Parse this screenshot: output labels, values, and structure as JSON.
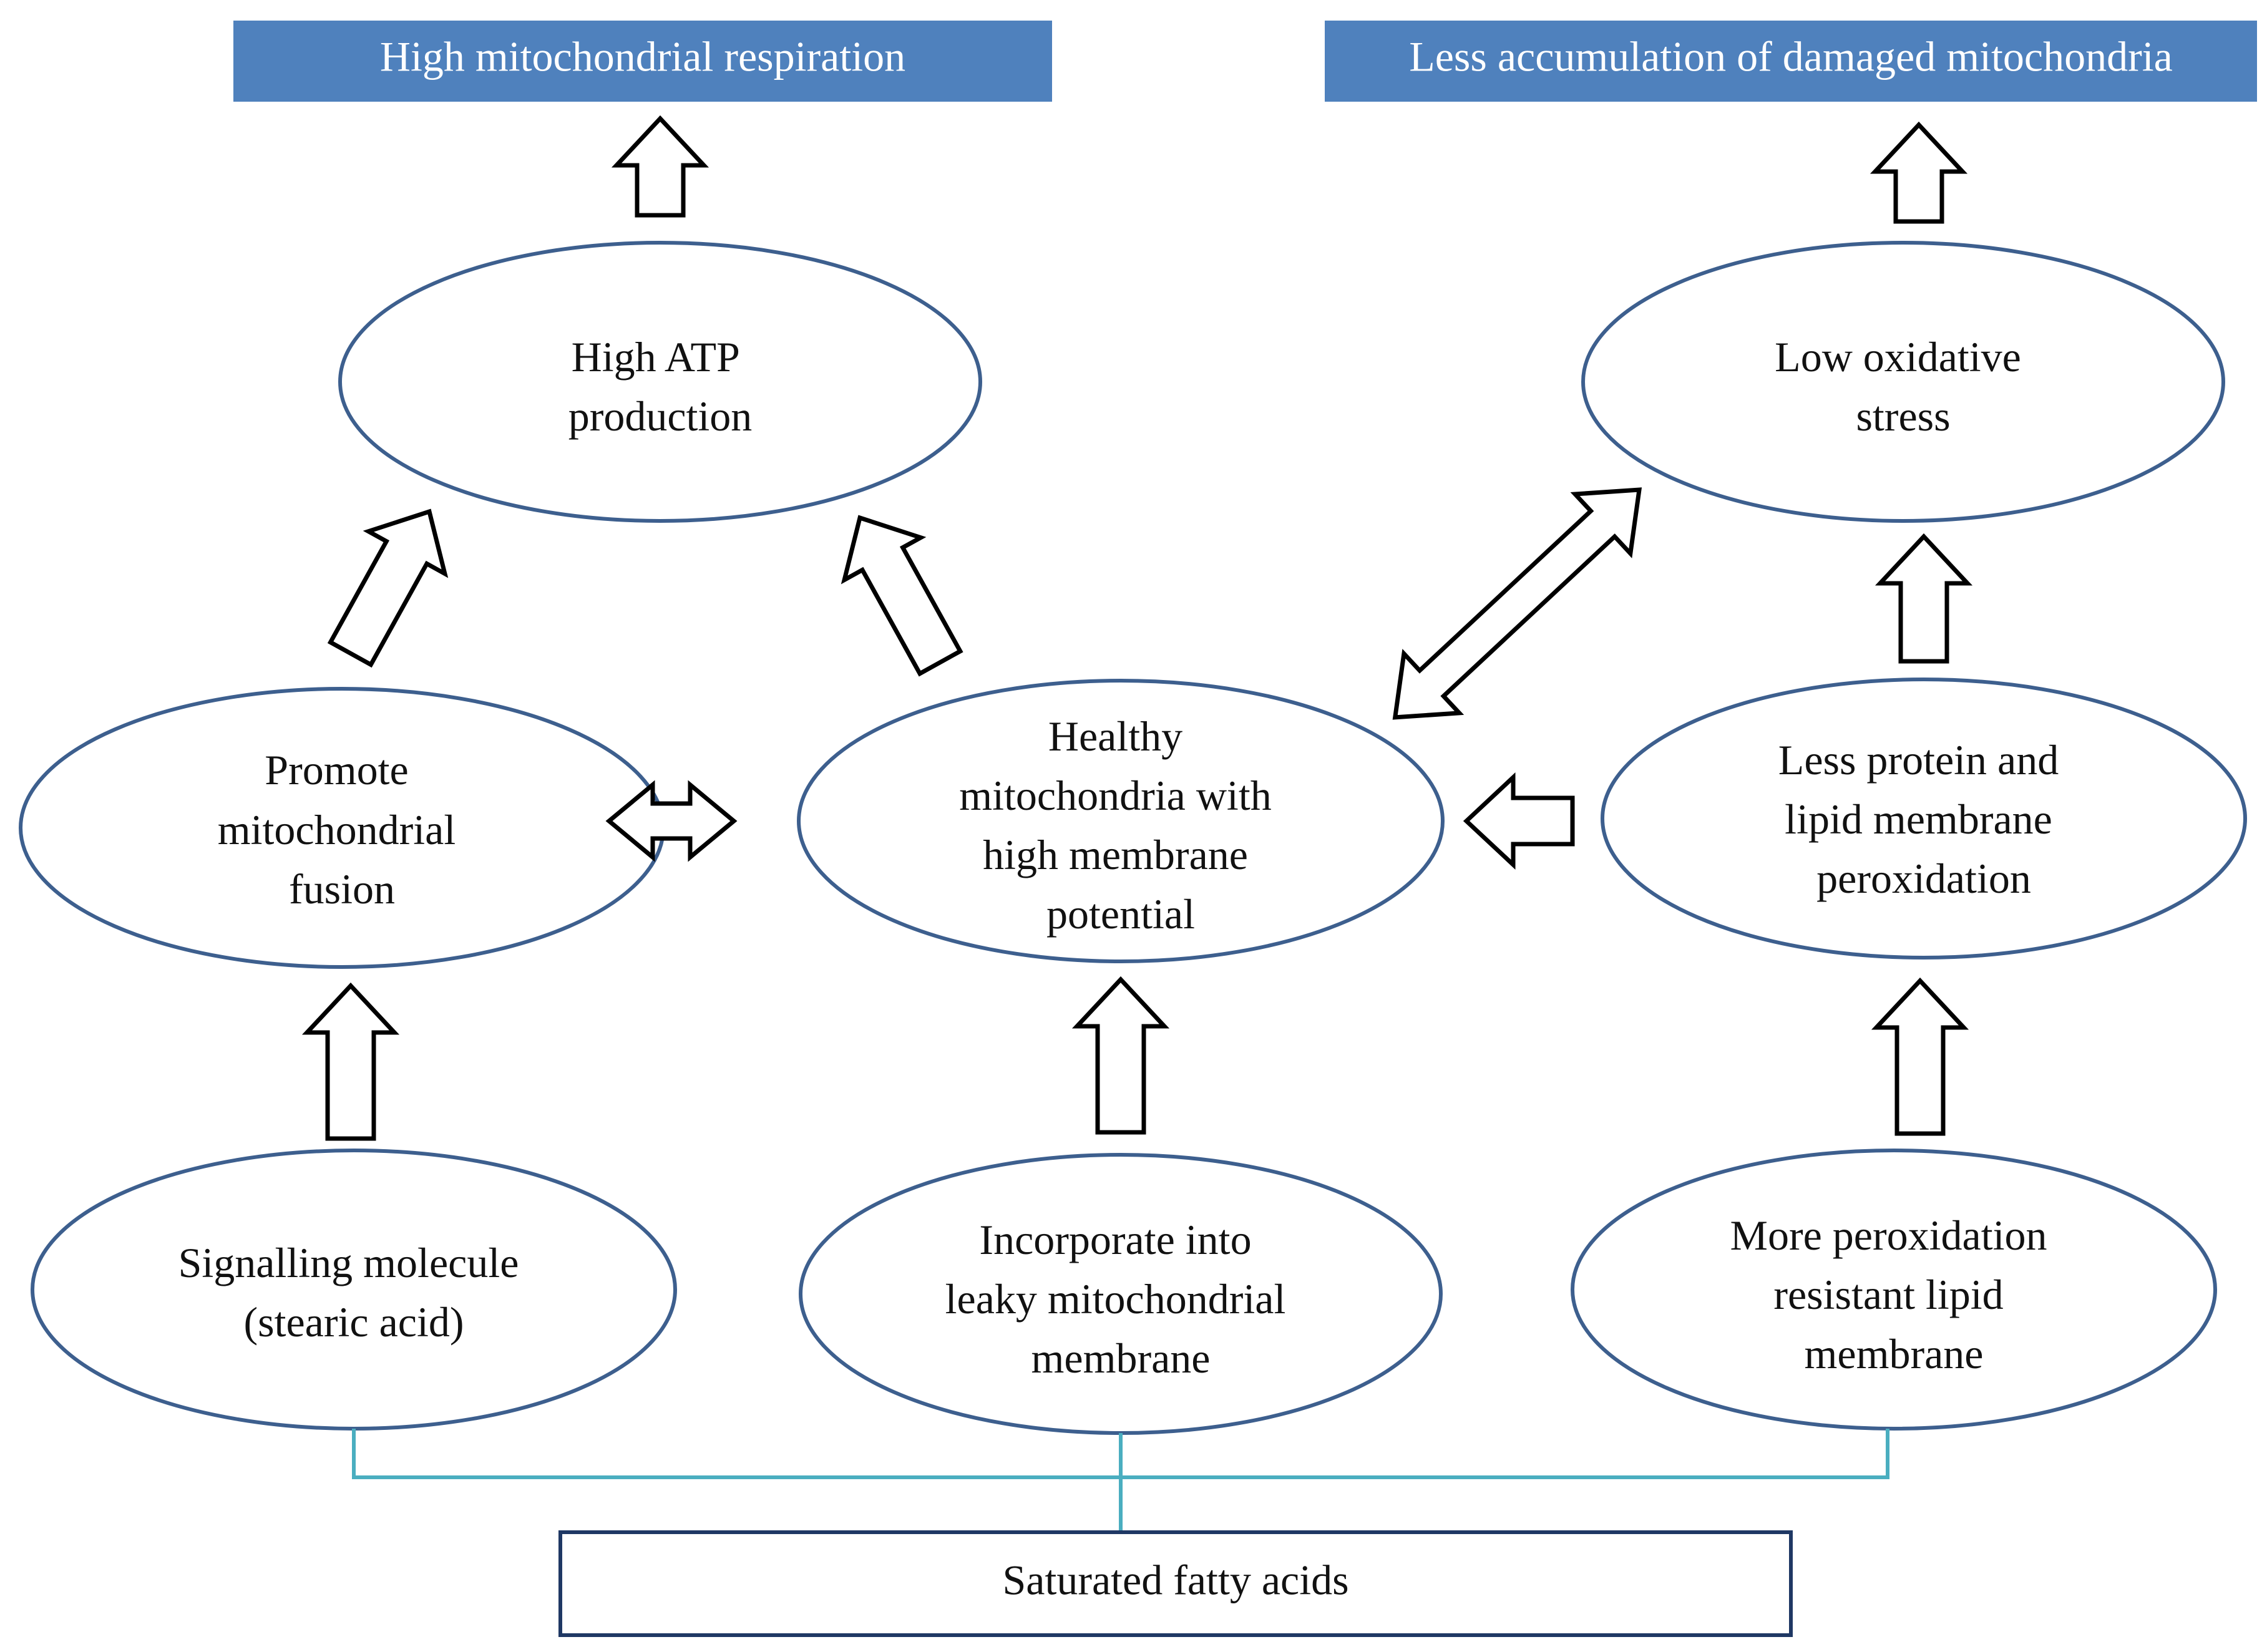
{
  "colors": {
    "outcome_fill": "#4f81bd",
    "ellipse_stroke": "#3d5f8e",
    "bracket_stroke": "#4aaec0",
    "source_stroke": "#1f3864"
  },
  "outcomes": {
    "respiration": "High mitochondrial respiration",
    "accumulation": "Less accumulation of damaged mitochondria"
  },
  "nodes": {
    "atp": [
      "High ATP",
      "production"
    ],
    "oxidative": [
      "Low oxidative",
      "stress"
    ],
    "fusion": [
      "Promote",
      "mitochondrial",
      "fusion"
    ],
    "healthy": [
      "Healthy",
      "mitochondria with",
      "high membrane",
      "potential"
    ],
    "peroxidation": [
      "Less protein and",
      "lipid membrane",
      "peroxidation"
    ],
    "signalling": [
      "Signalling molecule",
      "(stearic acid)"
    ],
    "incorporate": [
      "Incorporate into",
      "leaky mitochondrial",
      "membrane"
    ],
    "resistant": [
      "More peroxidation",
      "resistant lipid",
      "membrane"
    ]
  },
  "source": {
    "label": "Saturated fatty acids"
  }
}
